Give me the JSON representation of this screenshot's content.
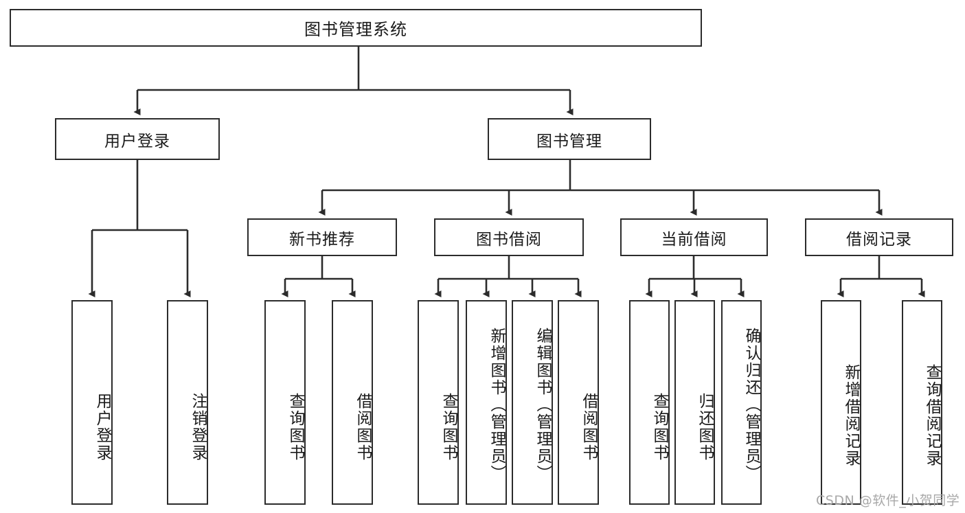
{
  "diagram": {
    "type": "tree-hierarchy",
    "title": "图书管理系统",
    "root": {
      "label": "图书管理系统"
    },
    "level2": [
      {
        "label": "用户登录"
      },
      {
        "label": "图书管理"
      }
    ],
    "level3": [
      {
        "label": "新书推荐"
      },
      {
        "label": "图书借阅"
      },
      {
        "label": "当前借阅"
      },
      {
        "label": "借阅记录"
      }
    ],
    "leaves": {
      "user_login": [
        {
          "label": "用户登录"
        },
        {
          "label": "注销登录"
        }
      ],
      "new_book_recommend": [
        {
          "label": "查询图书"
        },
        {
          "label": "借阅图书"
        }
      ],
      "book_borrow": [
        {
          "label": "查询图书"
        },
        {
          "label": "新增图书（管理员）"
        },
        {
          "label": "编辑图书（管理员）"
        },
        {
          "label": "借阅图书"
        }
      ],
      "current_borrow": [
        {
          "label": "查询图书"
        },
        {
          "label": "归还图书"
        },
        {
          "label": "确认归还（管理员）"
        }
      ],
      "borrow_record": [
        {
          "label": "新增借阅记录"
        },
        {
          "label": "查询借阅记录"
        }
      ]
    }
  },
  "watermark": {
    "text": "CSDN @软件_小贺同学"
  },
  "colors": {
    "stroke": "#2b2b2b",
    "fill": "#ffffff",
    "text": "#1a1a1a",
    "watermark": "#a8a8a8"
  }
}
